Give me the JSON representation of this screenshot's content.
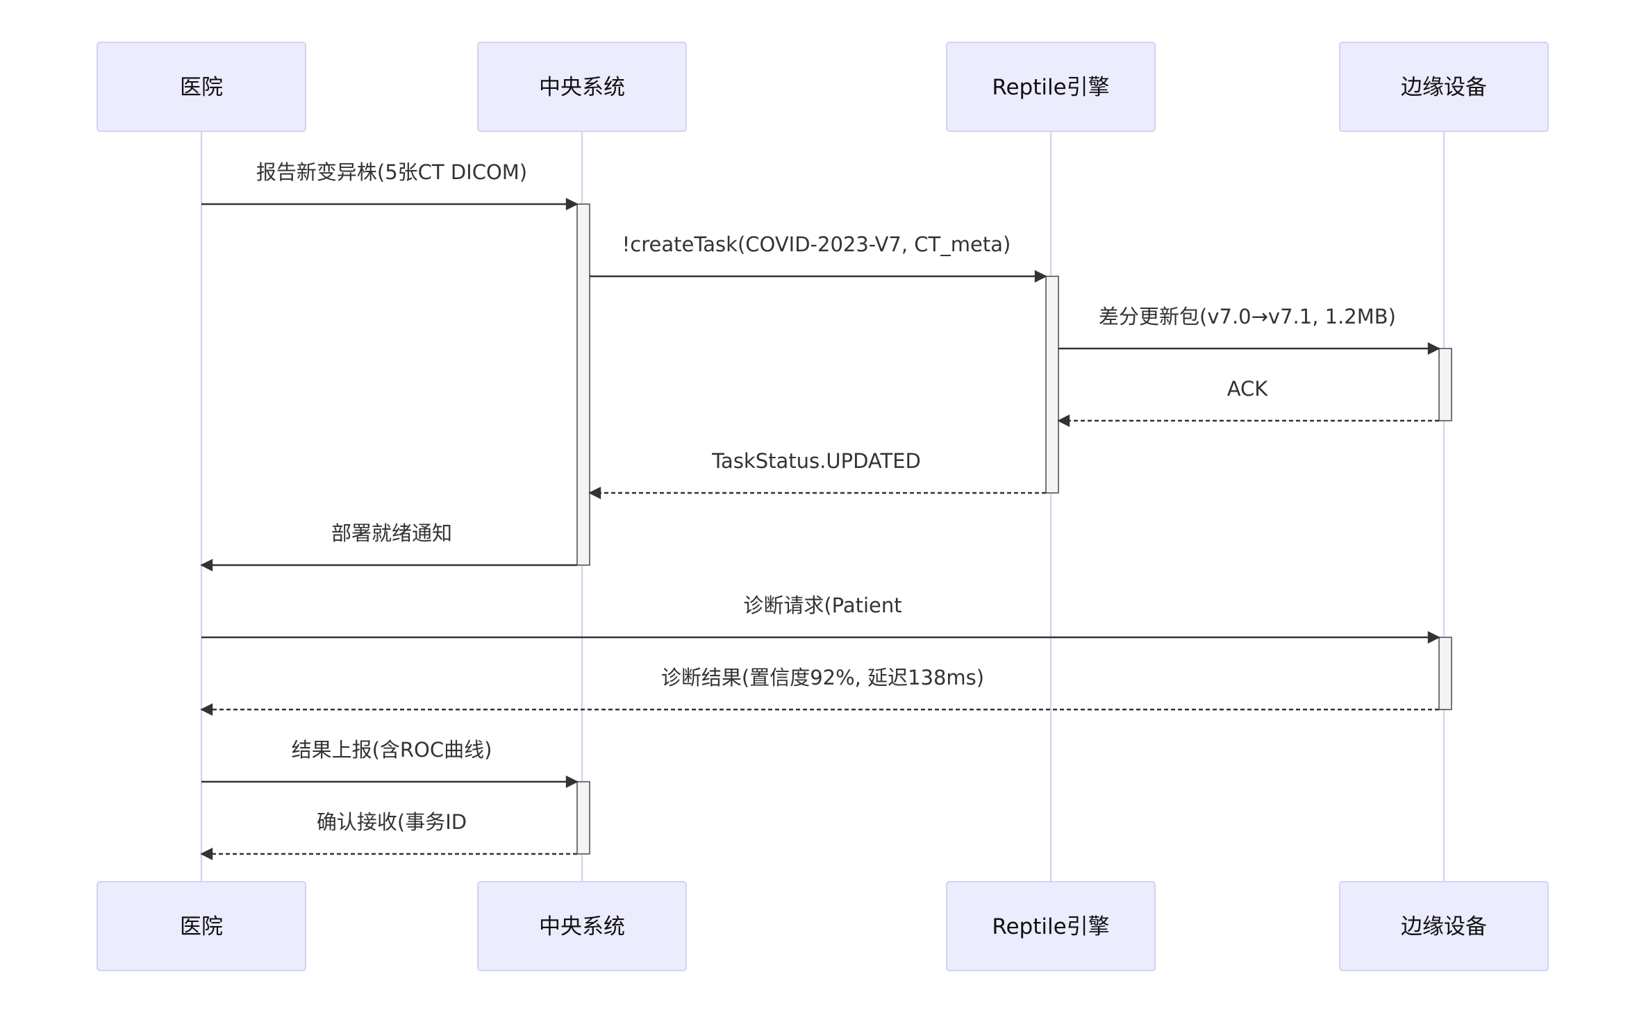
{
  "participants": [
    {
      "id": "hospital",
      "label": "医院"
    },
    {
      "id": "central",
      "label": "中央系统"
    },
    {
      "id": "reptile",
      "label": "Reptile引擎"
    },
    {
      "id": "edge",
      "label": "边缘设备"
    }
  ],
  "messages": [
    {
      "from": "hospital",
      "to": "central",
      "label": "报告新变异株(5张CT DICOM)",
      "style": "solid"
    },
    {
      "from": "central",
      "to": "reptile",
      "label": "!createTask(COVID-2023-V7, CT_meta)",
      "style": "solid"
    },
    {
      "from": "reptile",
      "to": "edge",
      "label": "差分更新包(v7.0→v7.1, 1.2MB)",
      "style": "solid"
    },
    {
      "from": "edge",
      "to": "reptile",
      "label": "ACK",
      "style": "dashed"
    },
    {
      "from": "reptile",
      "to": "central",
      "label": "TaskStatus.UPDATED",
      "style": "dashed"
    },
    {
      "from": "central",
      "to": "hospital",
      "label": "部署就绪通知",
      "style": "solid"
    },
    {
      "from": "hospital",
      "to": "edge",
      "label": "诊断请求(Patient",
      "style": "solid"
    },
    {
      "from": "edge",
      "to": "hospital",
      "label": "诊断结果(置信度92%, 延迟138ms)",
      "style": "dashed"
    },
    {
      "from": "hospital",
      "to": "central",
      "label": "结果上报(含ROC曲线)",
      "style": "solid"
    },
    {
      "from": "central",
      "to": "hospital",
      "label": "确认接收(事务ID",
      "style": "dashed"
    }
  ],
  "colors": {
    "actor_fill": "#ececff",
    "actor_border": "#d4d2f0",
    "lifeline": "#d8d4ef",
    "arrow": "#333333",
    "activation_fill": "#f4f4f4"
  }
}
